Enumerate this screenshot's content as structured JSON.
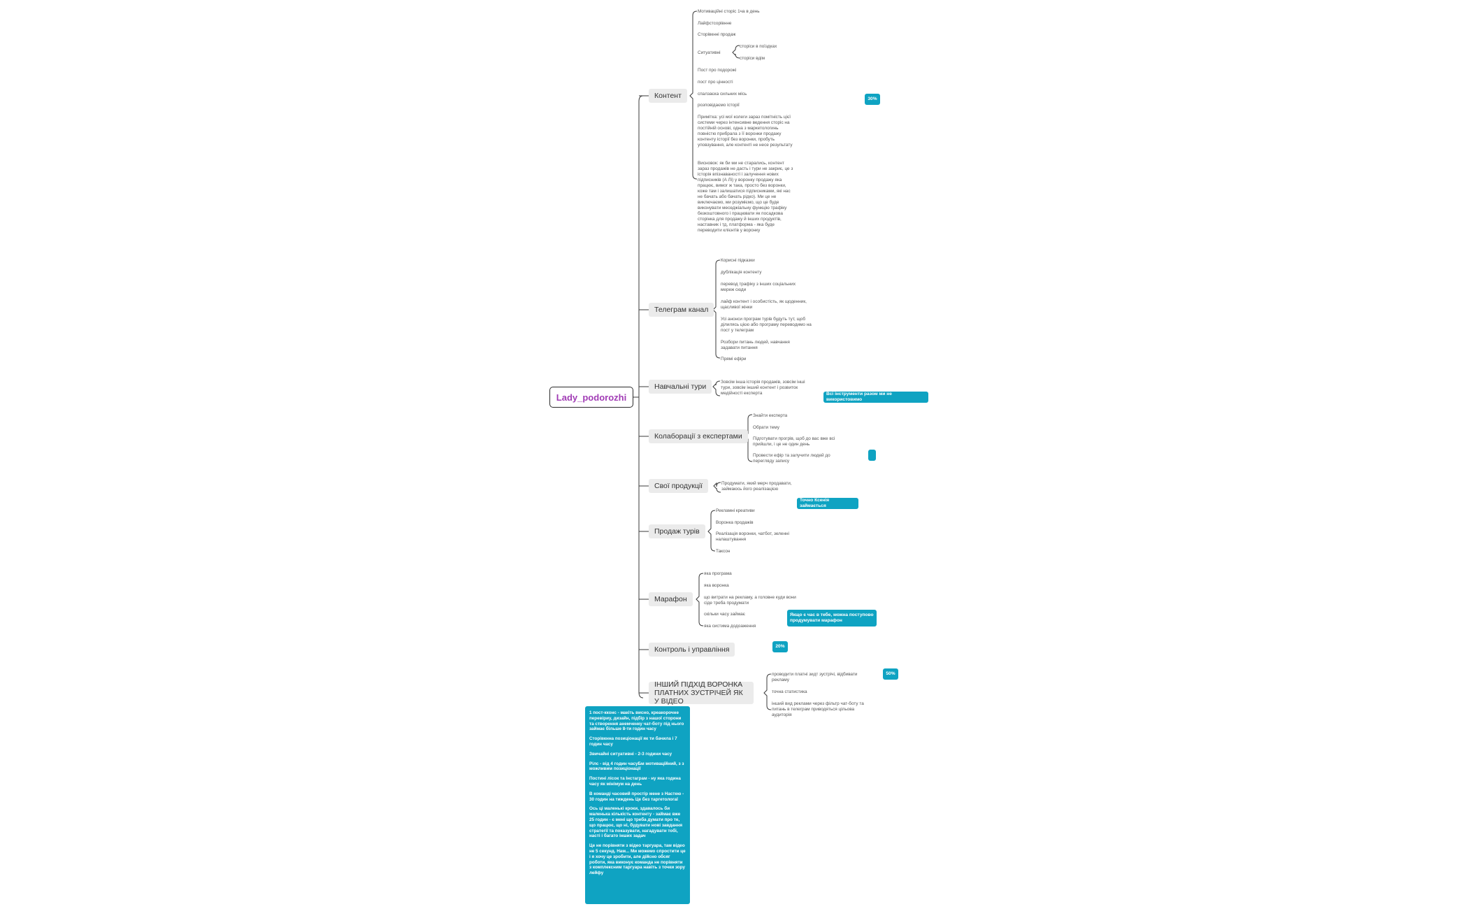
{
  "root": {
    "label": "Lady_podorozhi"
  },
  "branches": [
    {
      "id": "content",
      "label": "Контент",
      "leaves": [
        "Мотиваційні сторіс 1ча в день",
        "Лайфстсорівнне",
        "Сторівкнні продаж",
        "Ситуативні",
        "Пост про подорожі",
        "пост про цінності",
        "спалзаєка сильних місь",
        "розповідаємо історії",
        "Примітка: усі мої колеги зараз помітність цієї системи через інтенсивне ведення сторіс на постійній основі, одна з маркетологинь повністю прибрала з її воронки продажу контенту історії без воронки, пробуть уповзування, але контенті не несе результату",
        "Висновок: як би ми не старались, контент зараз продажів не дасть і тури не закриє, це з історія впізнаваності і залучення нових підписників (А Лі) у воронку продажу яка працює, вимог ж така, просто без воронки, коже там і залишатися підписниками, які нас не бачать або бачать рідко). Ми це не виключаємо, ми розуміємо, що це буде виконувати меседжіальну функцію трафіку безкоштовного і працювати як посадкова сторінка для продажу й інших продуктів, наставник і тд, платформа - яка буде переводити клієнтів у воронку"
      ],
      "sub": [
        "сторіси в поїздках",
        "сторіси вдім"
      ]
    },
    {
      "id": "telegram",
      "label": "Телеграм канал",
      "leaves": [
        "Корисні підказки",
        "дублікація контенту",
        "перевод трафіку з інших соціальних мереж сюди",
        "лайф контент і особистість, як щоденник, щасливої жінки",
        "Усі анонси програм турів будуть тут, щоб ділилясь цією або програму переводимо на пост у телеграм",
        "Розбори питань людей, навчання задавати питання",
        "Прямі ефіри"
      ]
    },
    {
      "id": "tours",
      "label": "Навчальні тури",
      "leaves": [
        "Зовсім інша історія продажів, зовсім інші тури, зовсім інший контент і розвиток медійності експерта"
      ]
    },
    {
      "id": "collab",
      "label": "Колаборації з експертами",
      "leaves": [
        "Знайти експерта",
        "Обрати тему",
        "Підготувати прогрів, щоб до вас вже всі прийшли, і це не один день",
        "Провести ефір та залучити людей до переглядy запису"
      ]
    },
    {
      "id": "products",
      "label": "Свої продукції",
      "leaves": [
        "Продумати, який мерч продавати, займаюсь його реалізацією"
      ]
    },
    {
      "id": "sales",
      "label": "Продаж турів",
      "leaves": [
        "Рекламні креативи",
        "Воронка продажів",
        "Реалізація воронки, чатбот, зеленні налаштування",
        "Таксон"
      ]
    },
    {
      "id": "marathon",
      "label": "Марафон",
      "leaves": [
        "яка програма",
        "яка воронка",
        "що витрати на рекламу, а головне куди вони сіде треба продумати",
        "скільки часу займає",
        "яка систима додоаження"
      ]
    },
    {
      "id": "control",
      "label": "Контроль і управління",
      "leaves": []
    },
    {
      "id": "other",
      "label": "ІНШИЙ ПІДХІД ВОРОНКА ПЛАТНИХ ЗУСТРІЧЕЙ ЯК У ВІДЕО",
      "leaves": [
        "проводити платні зидт зустрічі, відбивати рекламу",
        "точна статистика",
        "інший вид реклами через фільтр чат-боту та питань в телеграм приводяться цільова аудиторія"
      ]
    }
  ],
  "callouts": {
    "c30": "30%",
    "c_tools": "Всі інструменти разом ми не використовимо",
    "c_empty": "",
    "c_exactly": "Точно Ксенія займається",
    "c_marathon": "Якщо є час в тебе, можна поступово продумувати марафон",
    "c20": "20%",
    "c50": "50%"
  },
  "note": [
    "1 пост-кконс - макіть висно, креакорочне перевіриу, дизайн, підбір з нашої сторони та створення анемченку чат-боту під нього займає більше 8-ти годин часу",
    "Сторівкнна позиціонації як ти бачила і 7 годин часу",
    "Звичайні ситуативні - 2-3 години часу",
    "Рілс - від 4 годин часуБм мотиваційний, з з можливим позиціонації",
    "Постині лісок та Інстаграм - ну яка година часу як мінімум на день",
    "В командi часовий простір мене з Настею - 30 годин на тиждень Це без таргетологаї",
    "Ось ці маленькі кроки, здавалось би маленька кількість контенту - займає вже 25 годин - є мені що треба думати про те, що працює, що ні, будувати нові завдання стратегії та показувати, нагадувати тобі, насті і багато інших задач",
    "Це не порівняти з відео таргуара, там відео не 5 секунд. Нам... Ми можемо спростити це і я хочу це зробити, але дійсно обсяг роботи, яка виконує команда не порівняти з комплексним таргуара навіть з точки зору лейфу"
  ],
  "colors": {
    "accent": "#0fa3c2",
    "root_text": "#a13cb5",
    "branch_bg": "#ebebeb",
    "line": "#3a3a3a"
  }
}
